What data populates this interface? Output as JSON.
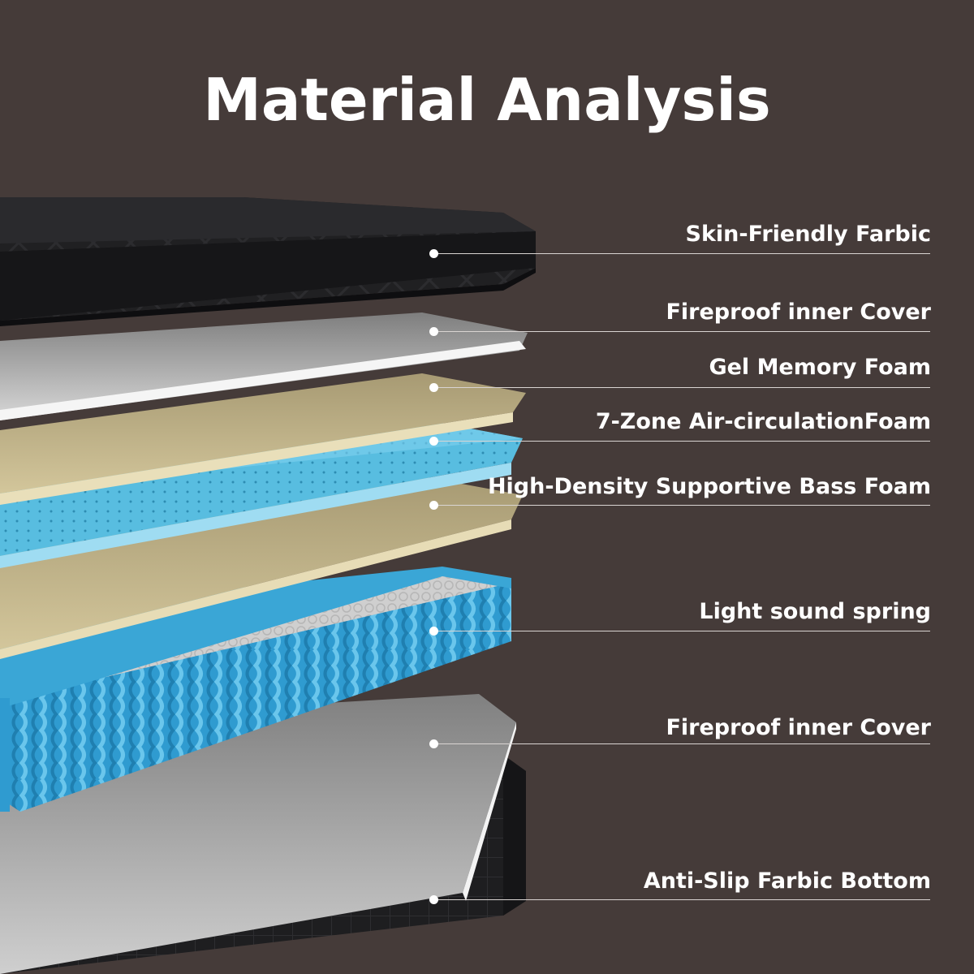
{
  "title": "Material Analysis",
  "colors": {
    "background": "#453b39",
    "fabric_dark": "#1c1c1e",
    "cover_white": "#e9e9e9",
    "foam_beige": "#c8b991",
    "foam_blue": "#5bbfe0",
    "spring_blue": "#3aa6d6",
    "spring_top": "#d5d5d5"
  },
  "layers": [
    {
      "id": "skin-fabric",
      "label": "Skin-Friendly Farbic"
    },
    {
      "id": "fireproof-cover-top",
      "label": "Fireproof inner Cover"
    },
    {
      "id": "gel-foam",
      "label": "Gel Memory Foam"
    },
    {
      "id": "air-foam",
      "label": "7-Zone Air-circulationFoam"
    },
    {
      "id": "base-foam",
      "label": "High-Density Supportive Bass Foam"
    },
    {
      "id": "spring",
      "label": "Light sound spring"
    },
    {
      "id": "fireproof-cover-bottom",
      "label": "Fireproof inner Cover"
    },
    {
      "id": "bottom-fabric",
      "label": "Anti-Slip Farbic Bottom"
    }
  ]
}
